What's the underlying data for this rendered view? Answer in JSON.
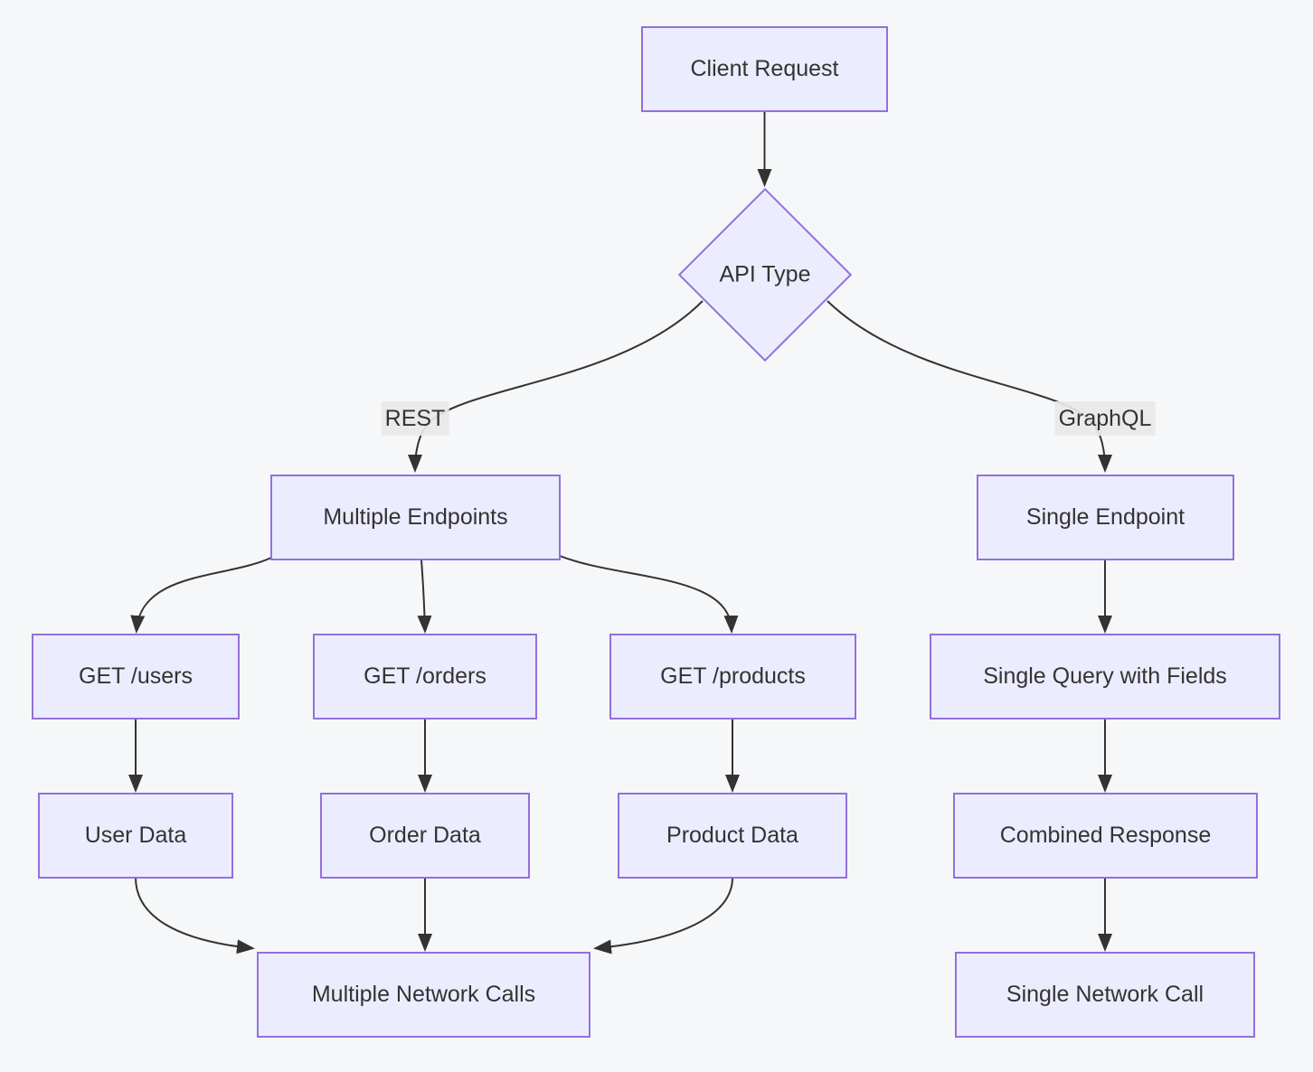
{
  "diagram": {
    "type": "flowchart",
    "direction": "top-down",
    "colors": {
      "background": "#f6f7f9",
      "node_fill": "#ECECFF",
      "node_border": "#9370DB",
      "text": "#333333",
      "edge_line": "#333333",
      "edge_label_bg": "#e8e8e8"
    },
    "nodes": {
      "client_request": {
        "label": "Client Request",
        "shape": "rect"
      },
      "api_type": {
        "label": "API Type",
        "shape": "diamond"
      },
      "multiple_endpoints": {
        "label": "Multiple Endpoints",
        "shape": "rect"
      },
      "single_endpoint": {
        "label": "Single Endpoint",
        "shape": "rect"
      },
      "get_users": {
        "label": "GET /users",
        "shape": "rect"
      },
      "get_orders": {
        "label": "GET /orders",
        "shape": "rect"
      },
      "get_products": {
        "label": "GET /products",
        "shape": "rect"
      },
      "single_query": {
        "label": "Single Query with Fields",
        "shape": "rect"
      },
      "user_data": {
        "label": "User Data",
        "shape": "rect"
      },
      "order_data": {
        "label": "Order Data",
        "shape": "rect"
      },
      "product_data": {
        "label": "Product Data",
        "shape": "rect"
      },
      "multiple_network_calls": {
        "label": "Multiple Network Calls",
        "shape": "rect"
      },
      "combined_response": {
        "label": "Combined Response",
        "shape": "rect"
      },
      "single_network_call": {
        "label": "Single Network Call",
        "shape": "rect"
      }
    },
    "edge_labels": {
      "rest": "REST",
      "graphql": "GraphQL"
    },
    "edges": [
      {
        "from": "Client Request",
        "to": "API Type",
        "label": ""
      },
      {
        "from": "API Type",
        "to": "Multiple Endpoints",
        "label": "REST"
      },
      {
        "from": "API Type",
        "to": "Single Endpoint",
        "label": "GraphQL"
      },
      {
        "from": "Multiple Endpoints",
        "to": "GET /users",
        "label": ""
      },
      {
        "from": "Multiple Endpoints",
        "to": "GET /orders",
        "label": ""
      },
      {
        "from": "Multiple Endpoints",
        "to": "GET /products",
        "label": ""
      },
      {
        "from": "GET /users",
        "to": "User Data",
        "label": ""
      },
      {
        "from": "GET /orders",
        "to": "Order Data",
        "label": ""
      },
      {
        "from": "GET /products",
        "to": "Product Data",
        "label": ""
      },
      {
        "from": "User Data",
        "to": "Multiple Network Calls",
        "label": ""
      },
      {
        "from": "Order Data",
        "to": "Multiple Network Calls",
        "label": ""
      },
      {
        "from": "Product Data",
        "to": "Multiple Network Calls",
        "label": ""
      },
      {
        "from": "Single Endpoint",
        "to": "Single Query with Fields",
        "label": ""
      },
      {
        "from": "Single Query with Fields",
        "to": "Combined Response",
        "label": ""
      },
      {
        "from": "Combined Response",
        "to": "Single Network Call",
        "label": ""
      }
    ]
  }
}
